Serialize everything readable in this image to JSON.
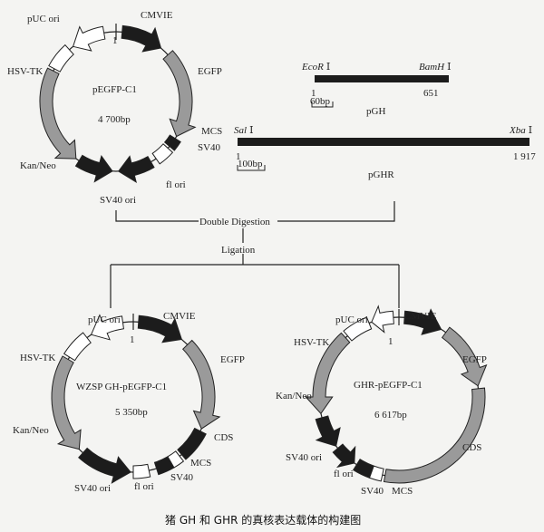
{
  "plasmids": {
    "p1": {
      "name": "pEGFP-C1",
      "size": "4 700bp",
      "start": "1",
      "labels": [
        "pUC ori",
        "CMVIE",
        "EGFP",
        "MCS",
        "SV40",
        "fl ori",
        "SV40 ori",
        "Kan/Neo",
        "HSV-TK"
      ]
    },
    "p2": {
      "name": "WZSP GH-pEGFP-C1",
      "size": "5 350bp",
      "start": "1",
      "labels": [
        "pUC ori",
        "CMVIE",
        "EGFP",
        "CDS",
        "MCS",
        "SV40",
        "fl ori",
        "SV40 ori",
        "Kan/Neo",
        "HSV-TK"
      ]
    },
    "p3": {
      "name": "GHR-pEGFP-C1",
      "size": "6 617bp",
      "start": "1",
      "labels": [
        "pUC ori",
        "CMVIE",
        "EGFP",
        "CDS",
        "MCS",
        "SV40",
        "fl ori",
        "SV40 ori",
        "Kan/Neo",
        "HSV-TK"
      ]
    }
  },
  "inserts": {
    "gh": {
      "left_site": "EcoR",
      "left_num": "Ⅰ",
      "right_site": "BamH",
      "right_num": "Ⅰ",
      "start": "1",
      "end": "651",
      "scale": "60bp",
      "name": "pGH"
    },
    "ghr": {
      "left_site": "Sal",
      "left_num": "Ⅰ",
      "right_site": "Xba",
      "right_num": "Ⅰ",
      "start": "1",
      "end": "1 917",
      "scale": "100bp",
      "name": "pGHR"
    }
  },
  "steps": {
    "digest": "Double Digestion",
    "ligate": "Ligation"
  },
  "caption": "猪 GH 和 GHR 的真核表达载体的构建图",
  "colors": {
    "black": "#1c1c1c",
    "gray": "#9a9a9a",
    "white": "#ffffff",
    "line": "#222222"
  }
}
